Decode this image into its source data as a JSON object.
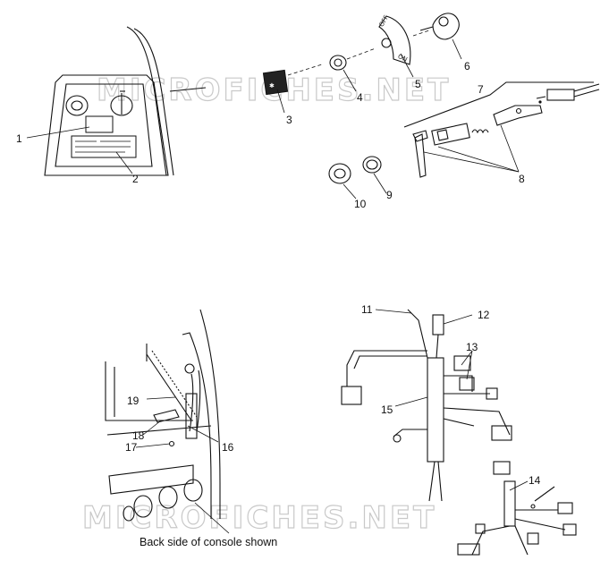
{
  "watermarks": [
    "MICROFICHES.NET",
    "MICROFICHES.NET"
  ],
  "callouts": [
    "1",
    "2",
    "3",
    "4",
    "5",
    "6",
    "7",
    "8",
    "9",
    "10",
    "11",
    "12",
    "13",
    "14",
    "15",
    "16",
    "17",
    "18",
    "19"
  ],
  "switch_plate": {
    "off_label": "OFF",
    "on_label": "ON"
  },
  "caption": "Back side of console shown"
}
